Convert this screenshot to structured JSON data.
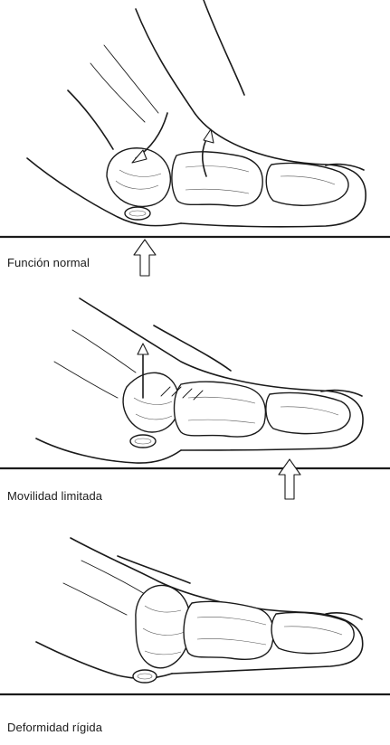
{
  "figure": {
    "panels": [
      {
        "caption": "Función normal"
      },
      {
        "caption": "Movilidad limitada"
      },
      {
        "caption": "Deformidad rígida"
      }
    ]
  }
}
